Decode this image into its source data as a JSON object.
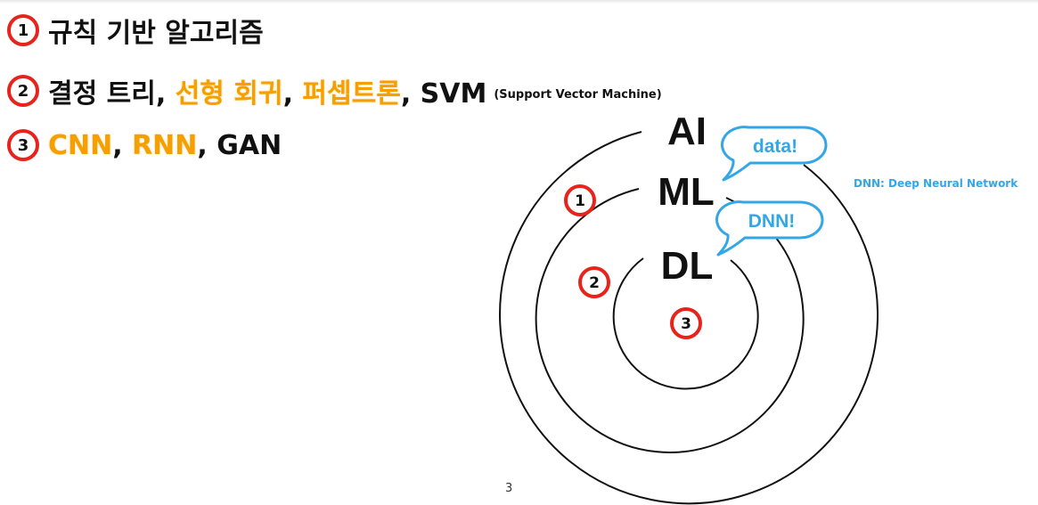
{
  "slide": {
    "lines": [
      {
        "num": "1",
        "parts": [
          {
            "text": "규칙 기반 알고리즘",
            "hl": false
          }
        ]
      },
      {
        "num": "2",
        "parts": [
          {
            "text": "결정 트리",
            "hl": false
          },
          {
            "text": ", ",
            "hl": false
          },
          {
            "text": "선형 회귀",
            "hl": true
          },
          {
            "text": ", ",
            "hl": false
          },
          {
            "text": "퍼셉트론",
            "hl": true
          },
          {
            "text": ", SVM",
            "hl": false
          }
        ],
        "note": "(Support Vector Machine)"
      },
      {
        "num": "3",
        "parts": [
          {
            "text": "CNN",
            "hl": true
          },
          {
            "text": ", ",
            "hl": false
          },
          {
            "text": "RNN",
            "hl": true
          },
          {
            "text": ", GAN",
            "hl": false
          }
        ]
      }
    ],
    "diagram": {
      "labels": {
        "ai": "AI",
        "ml": "ML",
        "dl": "DL"
      },
      "markers": [
        "1",
        "2",
        "3"
      ],
      "bubbles": {
        "data": "data!",
        "dnn": "DNN!"
      }
    },
    "dnn_note": "DNN: Deep Neural Network",
    "page_number": "3",
    "colors": {
      "marker_red": "#e8231c",
      "highlight_orange": "#f5a000",
      "bubble_blue": "#33a7e6",
      "ink": "#111111"
    }
  }
}
